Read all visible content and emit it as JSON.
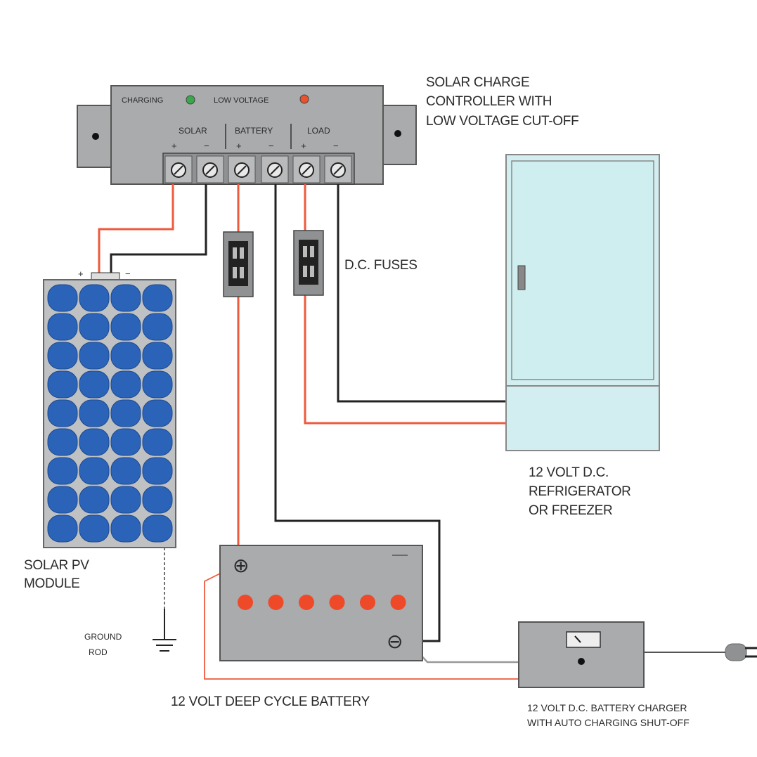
{
  "controller": {
    "caption": [
      "SOLAR CHARGE",
      "CONTROLLER WITH",
      "LOW VOLTAGE CUT-OFF"
    ],
    "charging_label": "CHARGING",
    "low_voltage_label": "LOW VOLTAGE",
    "group_labels": [
      "SOLAR",
      "BATTERY",
      "LOAD"
    ],
    "terminal_signs": [
      "+",
      "−",
      "+",
      "−",
      "+",
      "−"
    ],
    "charging_color": "#3aa84a",
    "low_voltage_color": "#e8532e"
  },
  "fuses": {
    "label": "D.C. FUSES"
  },
  "solar_module": {
    "caption": [
      "SOLAR PV",
      "MODULE"
    ],
    "signs": [
      "+",
      "−"
    ],
    "cell_color": "#2a63b8"
  },
  "ground": {
    "caption": [
      "GROUND",
      "ROD"
    ]
  },
  "refrigerator": {
    "caption": [
      "12 VOLT D.C.",
      "REFRIGERATOR",
      "OR  FREEZER"
    ]
  },
  "battery": {
    "caption": "12  VOLT  DEEP CYCLE  BATTERY",
    "cell_color": "#ee4a2a",
    "positive_symbol": "⊕",
    "negative_symbol": "⊖"
  },
  "charger": {
    "caption": [
      "12 VOLT D.C. BATTERY CHARGER",
      "WITH AUTO CHARGING SHUT-OFF"
    ]
  },
  "colors": {
    "positive_wire": "#ee5a3c",
    "negative_wire": "#222222",
    "housing": "#a9abad"
  }
}
